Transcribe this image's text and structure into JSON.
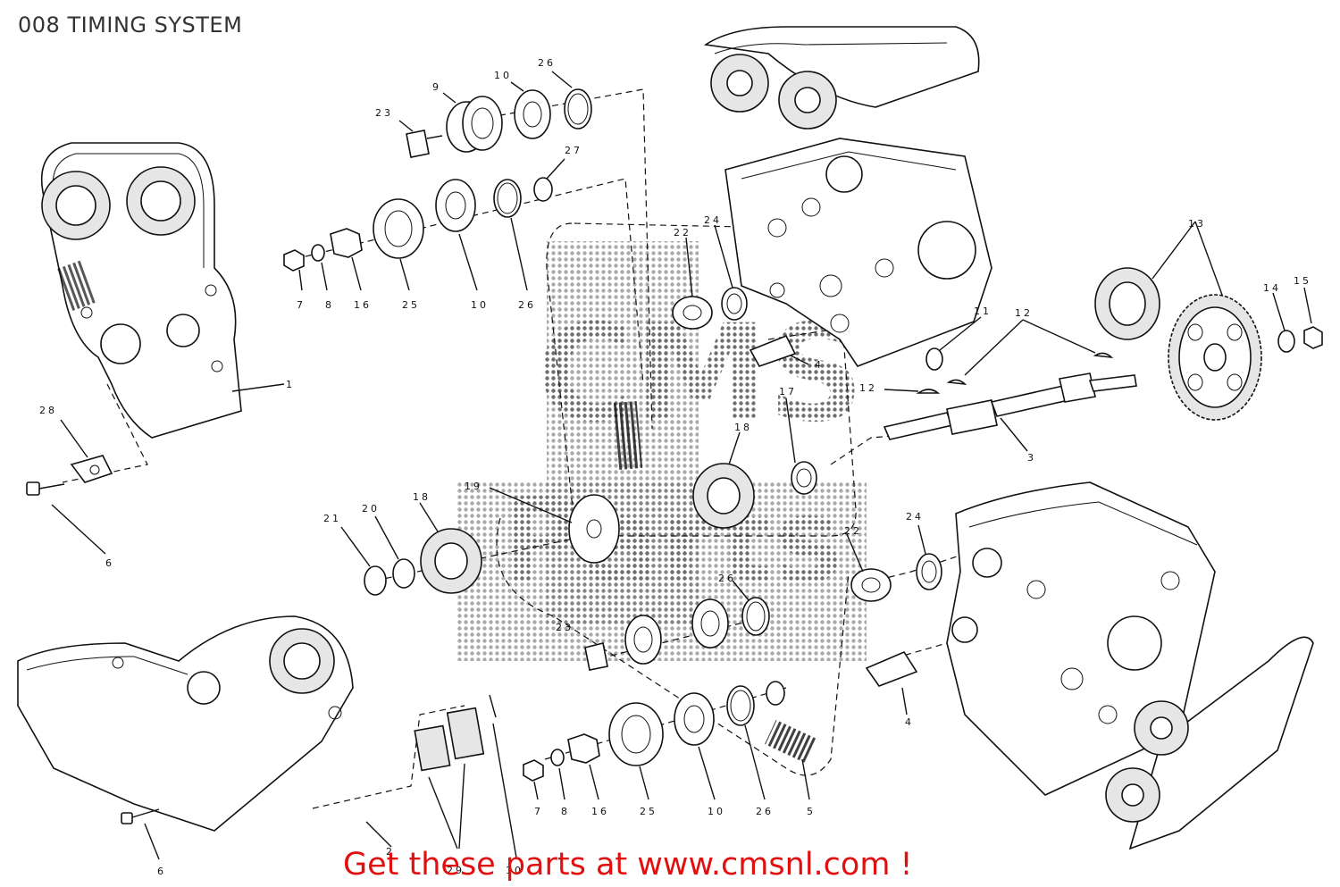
{
  "title": "008 TIMING SYSTEM",
  "promo": "Get these parts at www.cmsnl.com !",
  "watermark": {
    "lines": [
      "CMS",
      "Parts"
    ],
    "color": "#555555"
  },
  "colors": {
    "promo": "#e01010",
    "line": "#111111",
    "title": "#333333"
  },
  "callouts": [
    {
      "id": "c-1",
      "label": "1"
    },
    {
      "id": "c-2",
      "label": "2"
    },
    {
      "id": "c-3",
      "label": "3"
    },
    {
      "id": "c-4a",
      "label": "4"
    },
    {
      "id": "c-4b",
      "label": "4"
    },
    {
      "id": "c-5",
      "label": "5"
    },
    {
      "id": "c-6a",
      "label": "6"
    },
    {
      "id": "c-6b",
      "label": "6"
    },
    {
      "id": "c-7a",
      "label": "7"
    },
    {
      "id": "c-7b",
      "label": "7"
    },
    {
      "id": "c-8a",
      "label": "8"
    },
    {
      "id": "c-8b",
      "label": "8"
    },
    {
      "id": "c-9",
      "label": "9"
    },
    {
      "id": "c-10a",
      "label": "10"
    },
    {
      "id": "c-10b",
      "label": "10"
    },
    {
      "id": "c-10c",
      "label": "10"
    },
    {
      "id": "c-10d",
      "label": "10"
    },
    {
      "id": "c-11",
      "label": "11"
    },
    {
      "id": "c-12a",
      "label": "12"
    },
    {
      "id": "c-12b",
      "label": "12"
    },
    {
      "id": "c-13",
      "label": "13"
    },
    {
      "id": "c-14",
      "label": "14"
    },
    {
      "id": "c-15",
      "label": "15"
    },
    {
      "id": "c-16a",
      "label": "16"
    },
    {
      "id": "c-16b",
      "label": "16"
    },
    {
      "id": "c-17",
      "label": "17"
    },
    {
      "id": "c-18a",
      "label": "18"
    },
    {
      "id": "c-18b",
      "label": "18"
    },
    {
      "id": "c-19",
      "label": "19"
    },
    {
      "id": "c-20",
      "label": "20"
    },
    {
      "id": "c-21",
      "label": "21"
    },
    {
      "id": "c-22a",
      "label": "22"
    },
    {
      "id": "c-22b",
      "label": "22"
    },
    {
      "id": "c-23a",
      "label": "23"
    },
    {
      "id": "c-23b",
      "label": "23"
    },
    {
      "id": "c-24a",
      "label": "24"
    },
    {
      "id": "c-24b",
      "label": "24"
    },
    {
      "id": "c-25a",
      "label": "25"
    },
    {
      "id": "c-25b",
      "label": "25"
    },
    {
      "id": "c-26a",
      "label": "26"
    },
    {
      "id": "c-26b",
      "label": "26"
    },
    {
      "id": "c-26c",
      "label": "26"
    },
    {
      "id": "c-26d",
      "label": "26"
    },
    {
      "id": "c-26e",
      "label": "26"
    },
    {
      "id": "c-27",
      "label": "27"
    },
    {
      "id": "c-28",
      "label": "28"
    },
    {
      "id": "c-29",
      "label": "29"
    }
  ]
}
